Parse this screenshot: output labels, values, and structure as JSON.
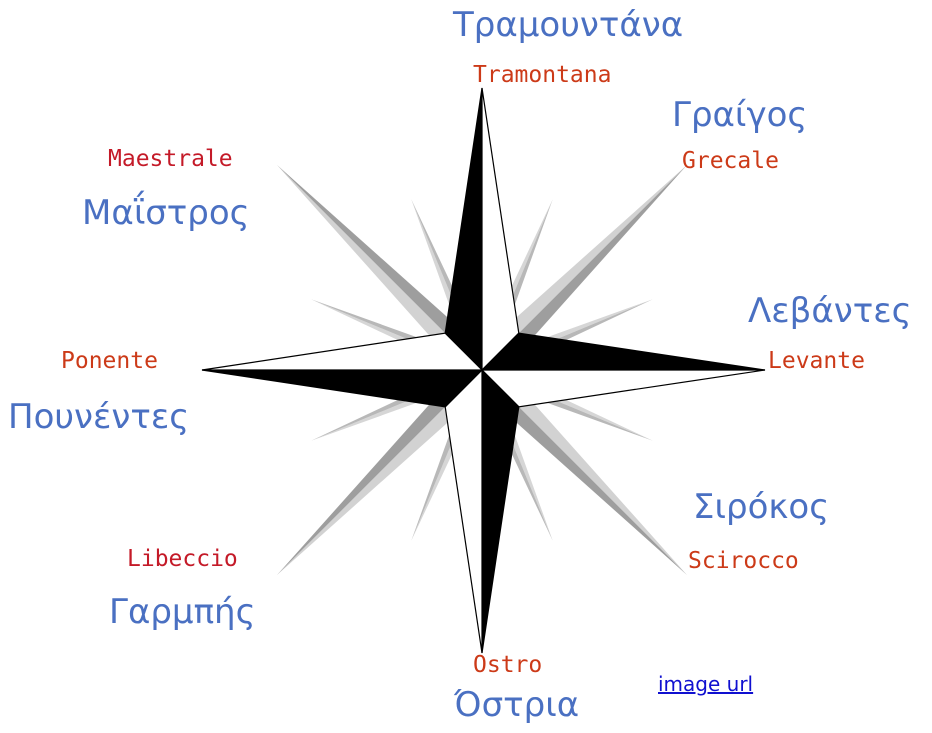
{
  "winds": [
    {
      "id": "north",
      "greek": "Τραμουντάνα",
      "italian": "Tramontana",
      "italian_color": "#cc3a18"
    },
    {
      "id": "northeast",
      "greek": "Γραίγος",
      "italian": "Grecale",
      "italian_color": "#cc3a18"
    },
    {
      "id": "east",
      "greek": "Λεβάντες",
      "italian": "Levante",
      "italian_color": "#cc3a18"
    },
    {
      "id": "southeast",
      "greek": "Σιρόκος",
      "italian": "Scirocco",
      "italian_color": "#cc3a18"
    },
    {
      "id": "south",
      "greek": "Όστρια",
      "italian": "Ostro",
      "italian_color": "#cc3a18"
    },
    {
      "id": "southwest",
      "greek": "Γαρμπής",
      "italian": "Libeccio",
      "italian_color": "#c41a28"
    },
    {
      "id": "west",
      "greek": "Πουνέντες",
      "italian": "Ponente",
      "italian_color": "#cc3a18"
    },
    {
      "id": "northwest",
      "greek": "Μαΐστρος",
      "italian": "Maestrale",
      "italian_color": "#c41a28"
    }
  ],
  "link_text": "image url",
  "colors": {
    "greek_text": "#4a70c2",
    "link": "#1010d0",
    "rose_main": "#000000",
    "rose_secondary": "#9a9a9a"
  }
}
